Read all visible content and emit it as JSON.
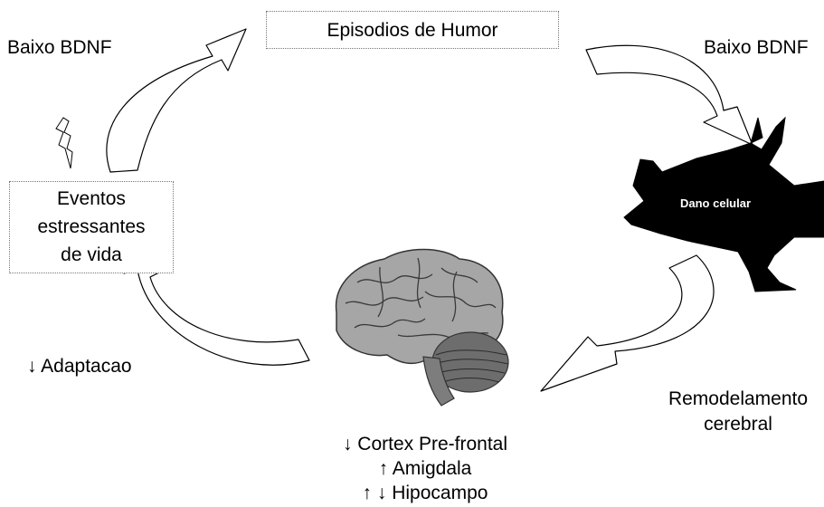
{
  "nodes": {
    "top": "Episodios de Humor",
    "left_line1": "Eventos",
    "left_line2": "estressantes",
    "left_line3": "de vida",
    "cell": "Dano celular"
  },
  "edge_labels": {
    "top_left": "Baixo BDNF",
    "top_right": "Baixo BDNF",
    "bottom_left": "↓ Adaptacao",
    "bottom_right_line1": "Remodelamento",
    "bottom_right_line2": "cerebral"
  },
  "brain_effects": [
    "↓ Cortex Pre-frontal",
    "↑ Amigdala",
    "↑ ↓ Hipocampo"
  ]
}
